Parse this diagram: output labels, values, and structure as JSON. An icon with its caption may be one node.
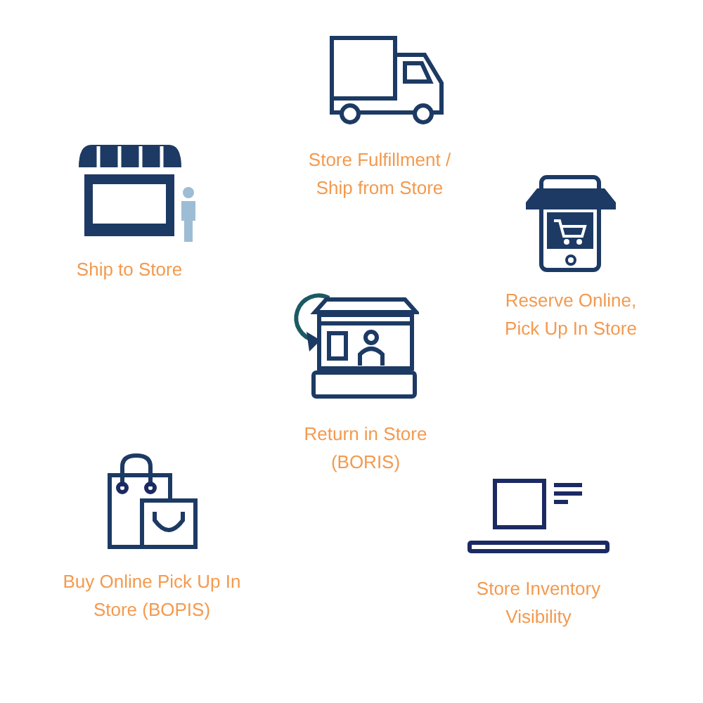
{
  "diagram": {
    "labels": [
      "Store Fulfillment / Ship from Store",
      "Ship to Store",
      "Reserve Online, Pick Up In Store",
      "Return in Store (BORIS)",
      "Buy Online Pick Up In Store (BOPIS)",
      "Store Inventory Visibility"
    ]
  }
}
